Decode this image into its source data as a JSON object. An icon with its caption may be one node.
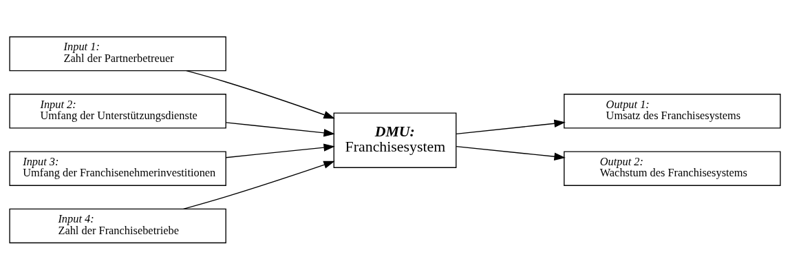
{
  "diagram": {
    "nodes": [
      {
        "text": [
          "Input 1:",
          "Zahl der Partnerbetreuer"
        ]
      },
      {
        "text": [
          "Input 2:",
          "Umfang der Unterstützungsdienste"
        ]
      },
      {
        "text": [
          "Input 3:",
          "Umfang der Franchisenehmerinvestitionen"
        ]
      },
      {
        "text": [
          "Input 4:",
          "Zahl der Franchisebetriebe"
        ]
      },
      {
        "text": [
          "DMU:",
          "Franchisesystem"
        ]
      },
      {
        "text": [
          "Output 1:",
          "Umsatz des Franchisesystems"
        ]
      },
      {
        "text": [
          "Output 2:",
          "Wachstum des Franchisesystems"
        ]
      }
    ],
    "edges": [
      {
        "from": 0,
        "to": 4,
        "arrow": "to"
      },
      {
        "from": 1,
        "to": 4,
        "arrow": "to"
      },
      {
        "from": 2,
        "to": 4,
        "arrow": "to"
      },
      {
        "from": 3,
        "to": 4,
        "arrow": "to"
      },
      {
        "from": 4,
        "to": 5,
        "arrow": "to"
      },
      {
        "from": 4,
        "to": 6,
        "arrow": "to"
      }
    ]
  }
}
